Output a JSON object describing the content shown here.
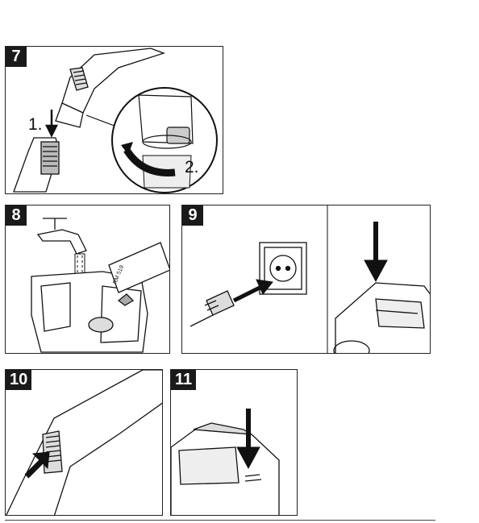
{
  "panels": {
    "p7": {
      "number": "7",
      "label_1": "1.",
      "label_2": "2."
    },
    "p8": {
      "number": "8",
      "packet_text": "RM 519"
    },
    "p9": {
      "number": "9"
    },
    "p10": {
      "number": "10"
    },
    "p11": {
      "number": "11"
    }
  },
  "colors": {
    "ink": "#111111",
    "badge": "#1a1a1a",
    "fill_light": "#f2f2f2"
  },
  "icons": [
    "hand-tool-icon",
    "tap-icon",
    "power-plug-icon",
    "wall-socket-icon",
    "arrow-icon"
  ]
}
